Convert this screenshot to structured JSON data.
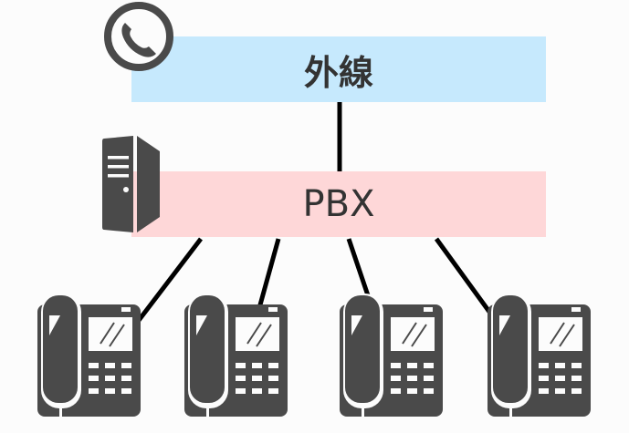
{
  "outside_line": {
    "label": "外線",
    "color": "#c6e9fd"
  },
  "pbx": {
    "label": "PBX",
    "color": "#fed7d8"
  },
  "icons": {
    "outside": "phone-circle-icon",
    "pbx": "server-icon",
    "extensions": "desk-phone-icon"
  },
  "extensions": [
    {
      "id": 1
    },
    {
      "id": 2
    },
    {
      "id": 3
    },
    {
      "id": 4
    }
  ],
  "icon_color": "#4a4a4a"
}
